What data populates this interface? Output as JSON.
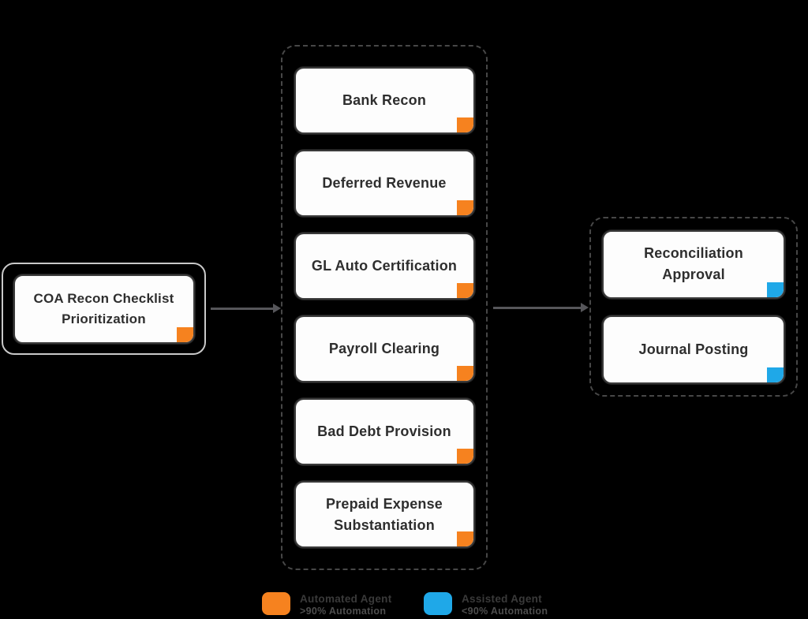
{
  "canvas": {
    "background": "#000000"
  },
  "colors": {
    "automated_accent": "#F6821F",
    "assisted_accent": "#1FA8E8",
    "node_fill": "#FDFDFD",
    "node_border": "#3A3A3A",
    "node_text": "#2E2E2E",
    "dashed_group_border": "#474747",
    "start_group_border": "#C9C9C9",
    "arrow": "#56565A"
  },
  "nodes": {
    "start": {
      "label": "COA Recon Checklist Prioritization",
      "marker_color": "#F6821F"
    },
    "middle": [
      {
        "label": "Bank Recon",
        "marker_color": "#F6821F"
      },
      {
        "label": "Deferred Revenue",
        "marker_color": "#F6821F"
      },
      {
        "label": "GL Auto Certification",
        "marker_color": "#F6821F"
      },
      {
        "label": "Payroll Clearing",
        "marker_color": "#F6821F"
      },
      {
        "label": "Bad Debt Provision",
        "marker_color": "#F6821F"
      },
      {
        "label": "Prepaid Expense Substantiation",
        "marker_color": "#F6821F"
      }
    ],
    "right": [
      {
        "label": "Reconciliation Approval",
        "marker_color": "#1FA8E8"
      },
      {
        "label": "Journal Posting",
        "marker_color": "#1FA8E8"
      }
    ]
  },
  "legend": [
    {
      "title": "Automated Agent",
      "subtitle": ">90% Automation",
      "color": "#F6821F"
    },
    {
      "title": "Assisted Agent",
      "subtitle": "<90% Automation",
      "color": "#1FA8E8"
    }
  ]
}
